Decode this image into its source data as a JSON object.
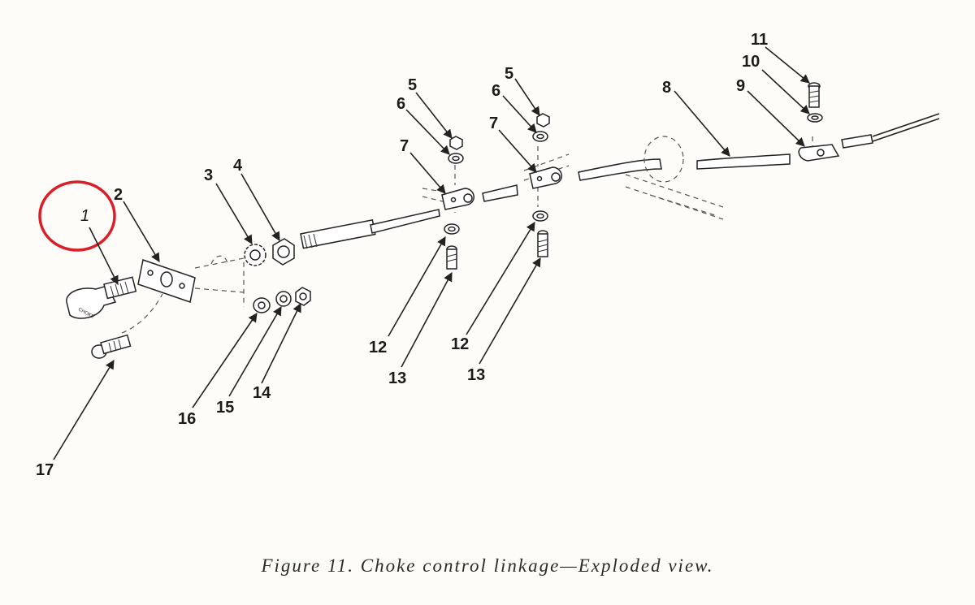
{
  "figure": {
    "caption": "Figure 11.  Choke control linkage—Exploded view."
  },
  "callouts": {
    "c1": "1",
    "c2": "2",
    "c3": "3",
    "c4": "4",
    "c5a": "5",
    "c5b": "5",
    "c6a": "6",
    "c6b": "6",
    "c7a": "7",
    "c7b": "7",
    "c8": "8",
    "c9": "9",
    "c10": "10",
    "c11": "11",
    "c12a": "12",
    "c12b": "12",
    "c13a": "13",
    "c13b": "13",
    "c14": "14",
    "c15": "15",
    "c16": "16",
    "c17": "17"
  },
  "part_marks": {
    "knob_text": "CHOKE"
  },
  "colors": {
    "highlight": "#d9202a",
    "ink": "#222222",
    "paper": "#fdfcf8"
  }
}
